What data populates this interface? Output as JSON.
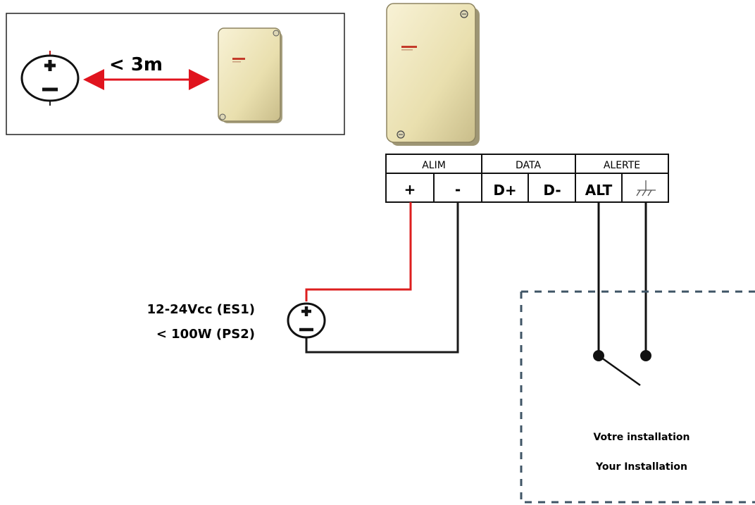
{
  "inset": {
    "distance_label": "< 3m"
  },
  "terminal_block": {
    "groups": [
      {
        "name": "ALIM",
        "terminals": [
          "+",
          "-"
        ]
      },
      {
        "name": "DATA",
        "terminals": [
          "D+",
          "D-"
        ]
      },
      {
        "name": "ALERTE",
        "terminals": [
          "ALT",
          "ground-icon"
        ]
      }
    ]
  },
  "power_supply": {
    "voltage_label": "12-24Vcc (ES1)",
    "power_label": "< 100W (PS2)"
  },
  "installation": {
    "label_fr": "Votre installation",
    "label_en": "Your Installation"
  },
  "colors": {
    "positive_wire": "#dd1f1f",
    "negative_wire": "#1a1a1a",
    "arrow": "#e0141e",
    "device_body": "#ece3b5",
    "dashed_border": "#3f5566"
  }
}
